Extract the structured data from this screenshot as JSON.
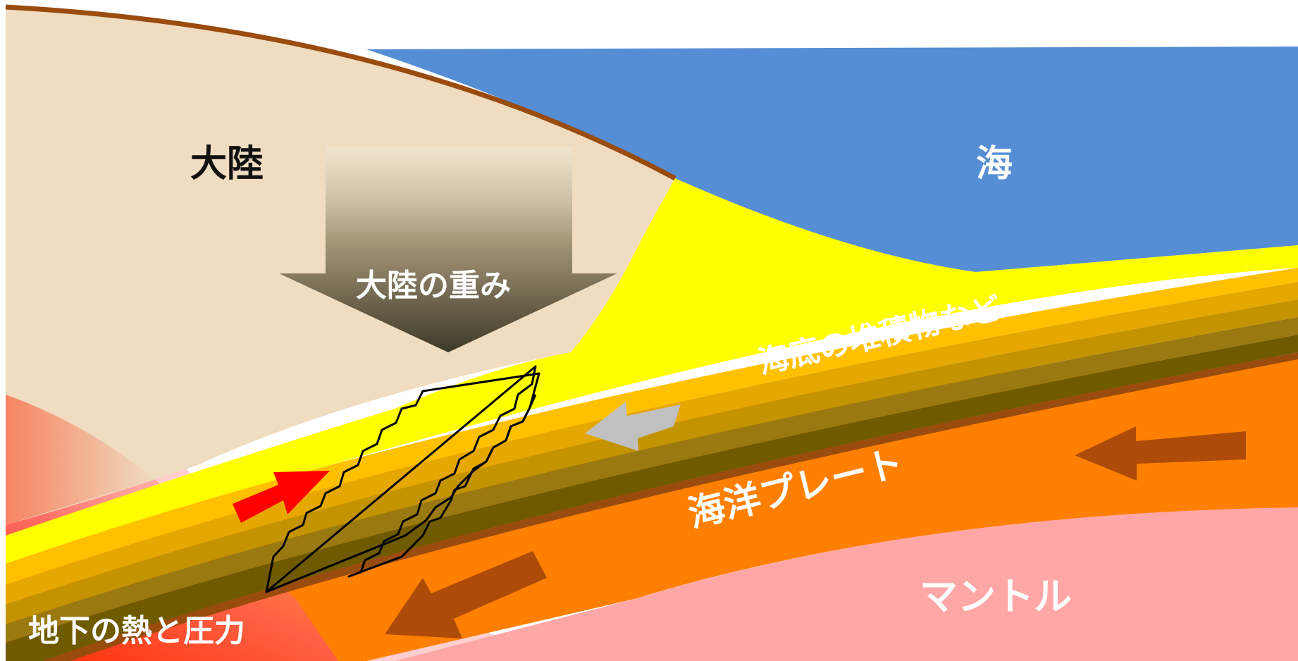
{
  "labels": {
    "continent": "大陸",
    "sea": "海",
    "continent_weight": "大陸の重み",
    "seafloor_sediments": "海底の堆積物など",
    "oceanic_plate": "海洋プレート",
    "mantle": "マントル",
    "underground_heat_pressure": "地下の熱と圧力"
  },
  "colors": {
    "continent": "#efdcc1",
    "continent_outline": "#9a4b0e",
    "sea": "#558ed5",
    "sediment_yellow": "#ffff00",
    "oceanic_plate": "#ff8000",
    "mantle": "#ffa7a7",
    "heat_red": "#ff2a00",
    "red_arrow": "#ff0000",
    "grey_arrow": "#c0c0c0",
    "brown_arrow": "#a0420b",
    "label_dark": "#111111",
    "label_light": "#ffffff"
  },
  "icons": {
    "weight_arrow": "down-arrow-icon",
    "heat_arrow": "right-arrow-icon",
    "sediment_flow_arrow": "left-arrow-icon",
    "plate_motion_arrow": "left-arrow-icon",
    "subduction_arrow": "down-left-arrow-icon"
  }
}
